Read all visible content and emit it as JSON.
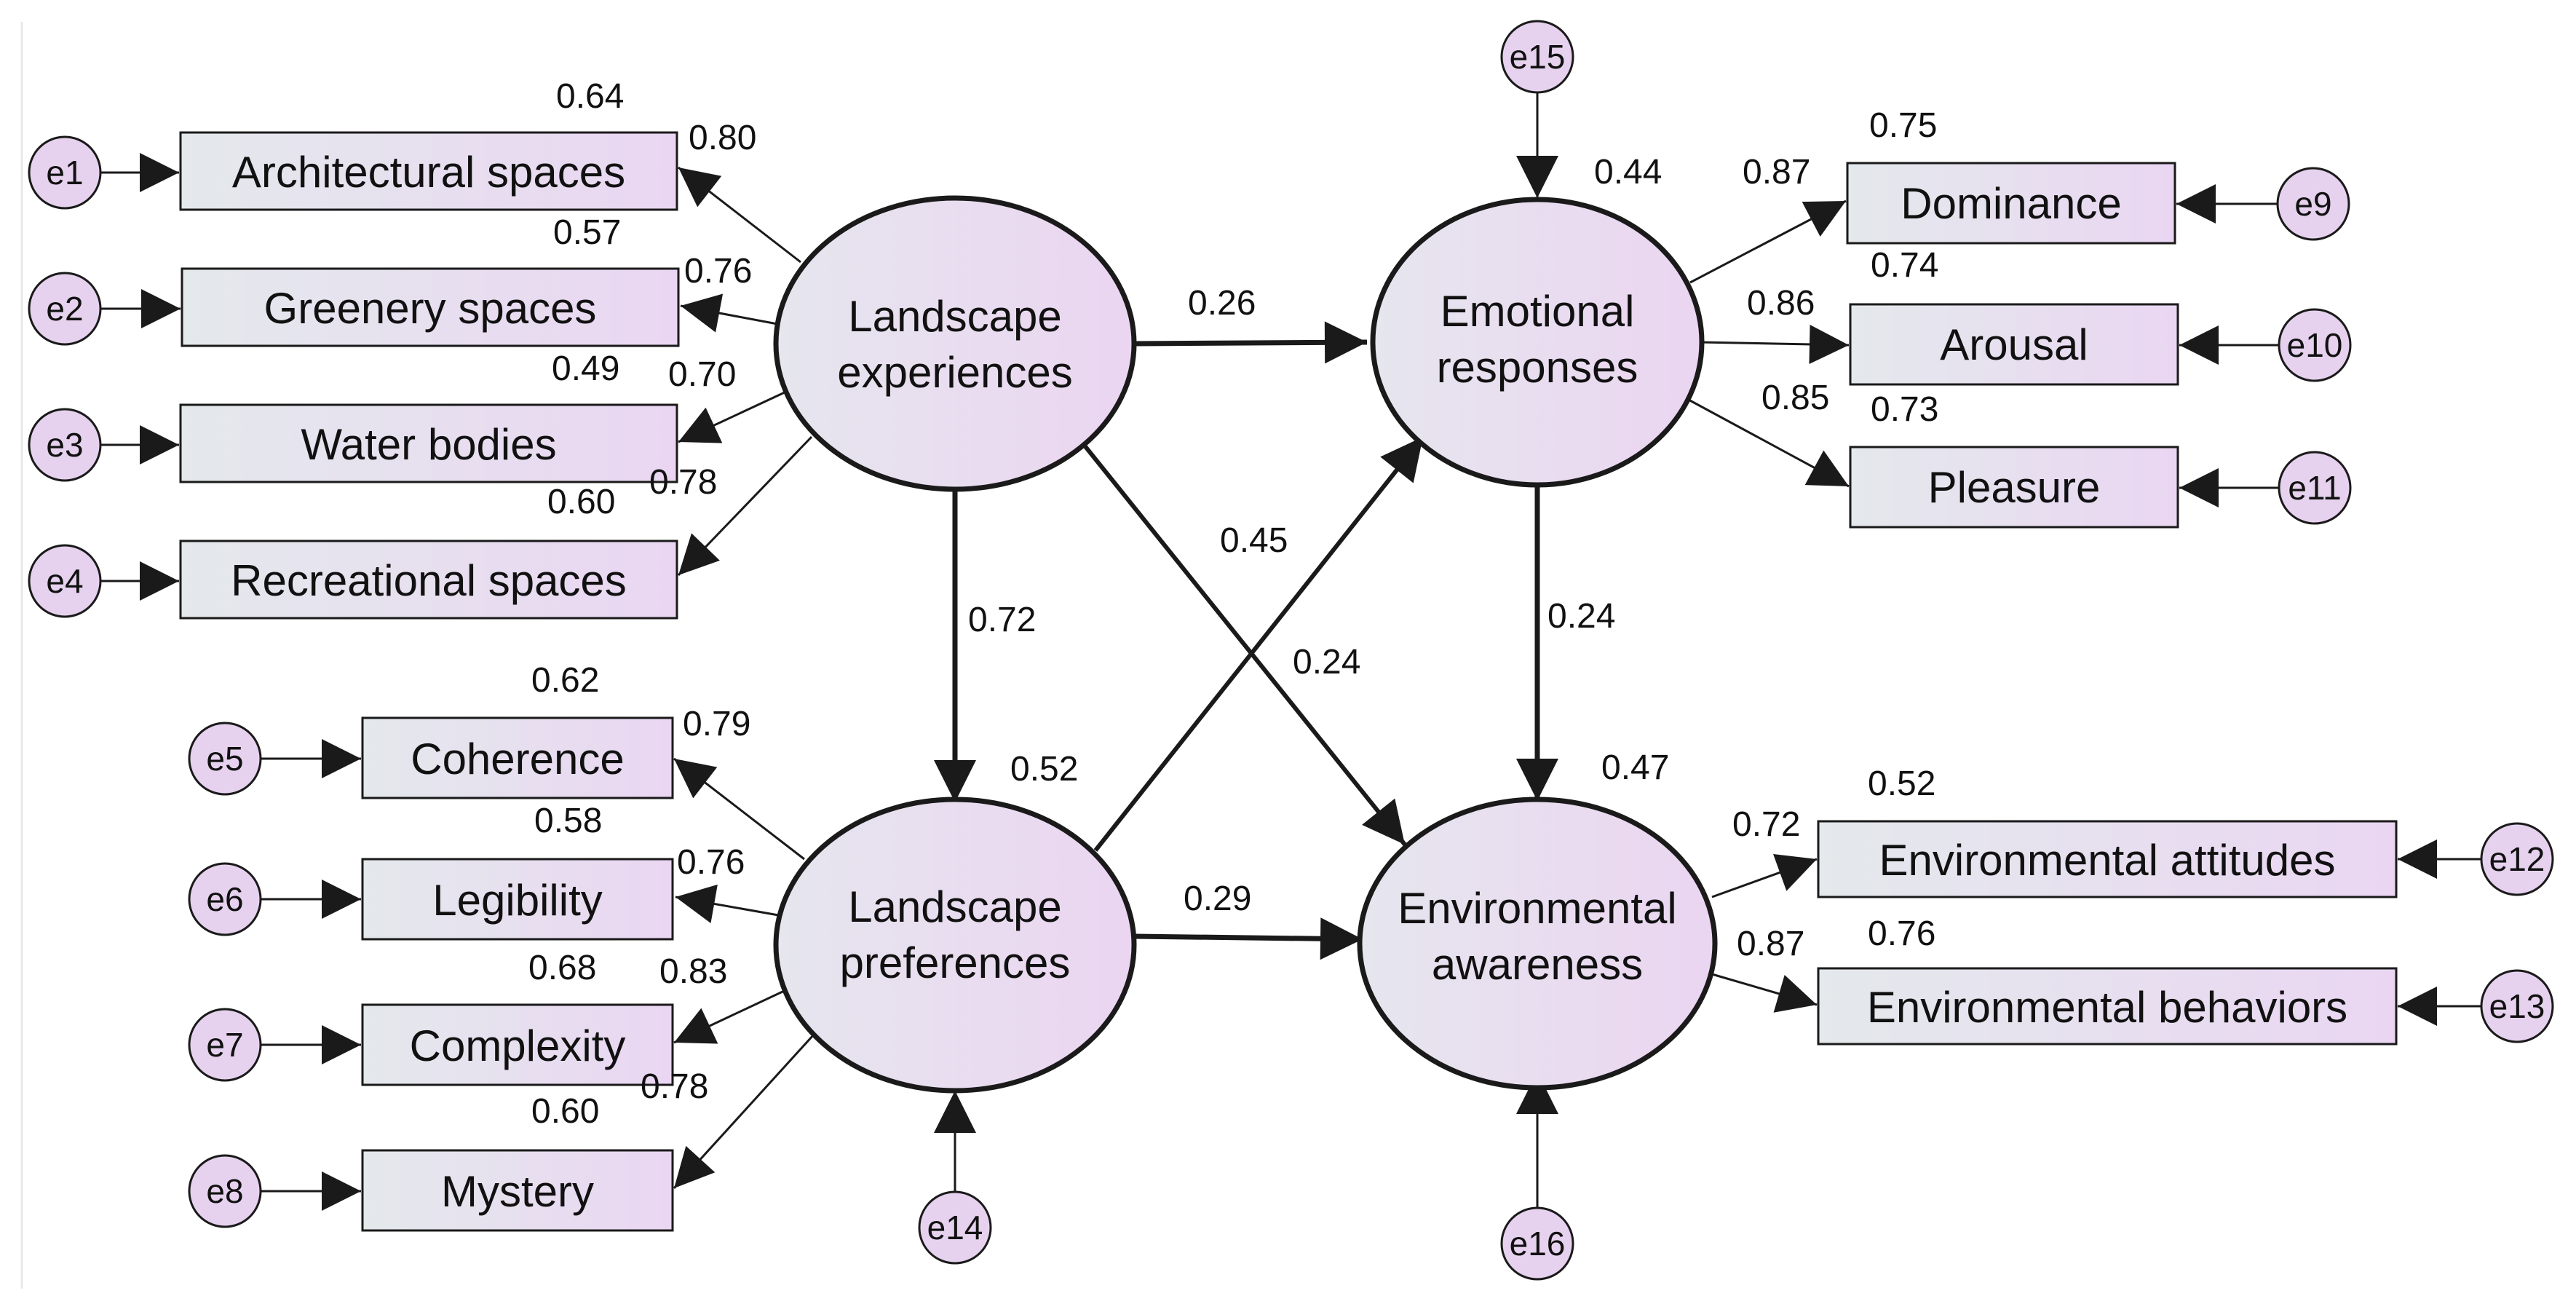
{
  "colors": {
    "box_fill_left": "#e4e9ec",
    "box_fill_right": "#ead6f2",
    "latent_fill_left": "#e6e6ee",
    "latent_fill_right": "#ebd5f1",
    "error_fill": "#e6d2ee",
    "stroke": "#1a1a1a"
  },
  "latents": {
    "le": {
      "line1": "Landscape",
      "line2": "experiences"
    },
    "lp": {
      "line1": "Landscape",
      "line2": "preferences"
    },
    "er": {
      "line1": "Emotional",
      "line2": "responses"
    },
    "ea": {
      "line1": "Environmental",
      "line2": "awareness"
    }
  },
  "indicators": {
    "arch": {
      "label": "Architectural spaces",
      "loading": "0.80",
      "r2": "0.64",
      "error": "e1"
    },
    "green": {
      "label": "Greenery spaces",
      "loading": "0.76",
      "r2": "0.57",
      "error": "e2"
    },
    "water": {
      "label": "Water bodies",
      "loading": "0.70",
      "r2": "0.49",
      "error": "e3"
    },
    "recr": {
      "label": "Recreational spaces",
      "loading": "0.78",
      "r2": "0.60",
      "error": "e4"
    },
    "coh": {
      "label": "Coherence",
      "loading": "0.79",
      "r2": "0.62",
      "error": "e5"
    },
    "leg": {
      "label": "Legibility",
      "loading": "0.76",
      "r2": "0.58",
      "error": "e6"
    },
    "comp": {
      "label": "Complexity",
      "loading": "0.83",
      "r2": "0.68",
      "error": "e7"
    },
    "myst": {
      "label": "Mystery",
      "loading": "0.78",
      "r2": "0.60",
      "error": "e8"
    },
    "dom": {
      "label": "Dominance",
      "loading": "0.87",
      "r2": "0.75",
      "error": "e9"
    },
    "aro": {
      "label": "Arousal",
      "loading": "0.86",
      "r2": "0.74",
      "error": "e10"
    },
    "plea": {
      "label": "Pleasure",
      "loading": "0.85",
      "r2": "0.73",
      "error": "e11"
    },
    "att": {
      "label": "Environmental attitudes",
      "loading": "0.72",
      "r2": "0.52",
      "error": "e12"
    },
    "beh": {
      "label": "Environmental behaviors",
      "loading": "0.87",
      "r2": "0.76",
      "error": "e13"
    }
  },
  "structural_errors": {
    "lp": "e14",
    "er": "e15",
    "ea": "e16"
  },
  "paths": {
    "le_er": "0.26",
    "le_lp": "0.72",
    "le_ea": "0.24",
    "lp_er": "0.45",
    "lp_ea": "0.29",
    "er_ea": "0.24"
  },
  "latent_r2": {
    "lp": "0.52",
    "er": "0.44",
    "ea": "0.47"
  }
}
